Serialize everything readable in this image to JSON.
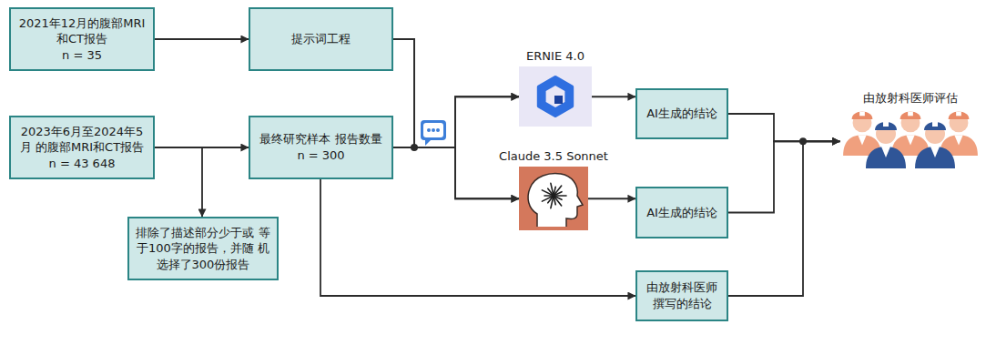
{
  "diagram": {
    "nodes": [
      {
        "text": [
          "2021年12月的腹部MRI 和CT报告",
          "n = 35"
        ]
      },
      {
        "text": [
          "提示词工程"
        ]
      },
      {
        "text": [
          "2023年6月至2024年5月 的腹部MRI和CT报告",
          "n = 43 648"
        ]
      },
      {
        "text": [
          "最终研究样本 报告数量",
          "n = 300"
        ]
      },
      {
        "text": [
          "排除了描述部分少于或 等于100字的报告，并随 机选择了300份报告"
        ]
      },
      {
        "text": [
          "ERNIE 4.0"
        ]
      },
      {
        "text": [
          "Claude 3.5 Sonnet"
        ]
      },
      {
        "text": [
          "AI生成的结论"
        ]
      },
      {
        "text": [
          "AI生成的结论"
        ]
      },
      {
        "text": [
          "由放射科医师 撰写的结论"
        ]
      },
      {
        "text": [
          "由放射科医师评估"
        ]
      }
    ],
    "edges": [
      {
        "from": 0,
        "to": 1,
        "arrow": "to"
      },
      {
        "from": 2,
        "to": 3,
        "arrow": "to"
      },
      {
        "from": 2,
        "to": 4,
        "arrow": "to"
      },
      {
        "from": 1,
        "to": 5,
        "arrow": "to"
      },
      {
        "from": 1,
        "to": 6,
        "arrow": "to"
      },
      {
        "from": 3,
        "to": 5,
        "arrow": "to"
      },
      {
        "from": 3,
        "to": 6,
        "arrow": "to"
      },
      {
        "from": 3,
        "to": 9,
        "arrow": "to"
      },
      {
        "from": 5,
        "to": 7,
        "arrow": "to"
      },
      {
        "from": 6,
        "to": 8,
        "arrow": "to"
      },
      {
        "from": 7,
        "to": 10,
        "arrow": "to"
      },
      {
        "from": 8,
        "to": 10,
        "arrow": "to"
      },
      {
        "from": 9,
        "to": 10,
        "arrow": "to"
      }
    ]
  }
}
